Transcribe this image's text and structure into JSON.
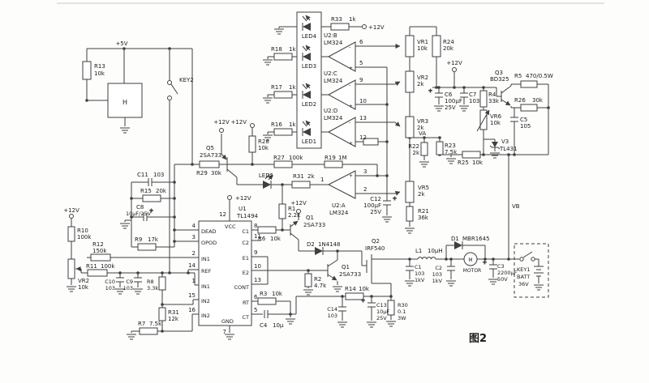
{
  "figure": {
    "caption": "图2"
  },
  "power": {
    "p5v": "+5V",
    "p12v": "+12V"
  },
  "nets": {
    "va": "VA",
    "vb": "VB"
  },
  "parts": {
    "r13": {
      "ref": "R13",
      "val": "10k"
    },
    "h": {
      "ref": "H"
    },
    "key2": {
      "ref": "KEY2"
    },
    "r33": {
      "ref": "R33",
      "val": "1k"
    },
    "r18": {
      "ref": "R18",
      "val": "1k"
    },
    "r17": {
      "ref": "R17",
      "val": "1k"
    },
    "r16": {
      "ref": "R16",
      "val": "1k"
    },
    "led4": {
      "ref": "LED4"
    },
    "led3": {
      "ref": "LED3"
    },
    "led2": {
      "ref": "LED2"
    },
    "led1": {
      "ref": "LED1"
    },
    "led5": {
      "ref": "LED5"
    },
    "q5": {
      "ref": "Q5",
      "val": "2SA733"
    },
    "r29": {
      "ref": "R29",
      "val": "30k"
    },
    "r28": {
      "ref": "R28",
      "val": "10k"
    },
    "r27": {
      "ref": "R27",
      "val": "100k"
    },
    "r19": {
      "ref": "R19",
      "val": "1M"
    },
    "r31a": {
      "ref": "R31",
      "val": "2k"
    },
    "vr1": {
      "ref": "VR1",
      "val": "10k"
    },
    "vr2r": {
      "ref": "VR2",
      "val": "2k"
    },
    "vr3": {
      "ref": "VR3",
      "val": "2k"
    },
    "vr5": {
      "ref": "VR5",
      "val": "2k"
    },
    "r24": {
      "ref": "R24",
      "val": "20k"
    },
    "r21": {
      "ref": "R21",
      "val": "36k"
    },
    "r22": {
      "ref": "R22",
      "val": "2k"
    },
    "r23": {
      "ref": "R23",
      "val": "7.5k"
    },
    "r25": {
      "ref": "R25",
      "val": "10k"
    },
    "c12": {
      "ref": "C12",
      "val": "100µF",
      "val2": "25V"
    },
    "c6": {
      "ref": "C6",
      "val": "100µF",
      "val2": "25V"
    },
    "c7": {
      "ref": "C7",
      "val": "103"
    },
    "r4": {
      "ref": "R4",
      "val": "33k"
    },
    "vr6": {
      "ref": "VR6",
      "val": "10k"
    },
    "q3": {
      "ref": "Q3",
      "val": "BD325"
    },
    "r5": {
      "ref": "R5",
      "val": "470/0.5W"
    },
    "r26": {
      "ref": "R26",
      "val": "30k"
    },
    "c5": {
      "ref": "C5",
      "val": "105"
    },
    "v3": {
      "ref": "V3",
      "val": "TL431"
    },
    "c11": {
      "ref": "C11",
      "val": "103"
    },
    "r15": {
      "ref": "R15",
      "val": "20k"
    },
    "c8": {
      "ref": "C8",
      "val": "10µF/25V"
    },
    "r9": {
      "ref": "R9",
      "val": "17k"
    },
    "r10": {
      "ref": "R10",
      "val": "100k"
    },
    "r12": {
      "ref": "R12",
      "val": "150k"
    },
    "r11": {
      "ref": "R11",
      "val": "100k"
    },
    "vr2l": {
      "ref": "VR2",
      "val": "10k"
    },
    "c10": {
      "ref": "C10",
      "val": "103"
    },
    "c9": {
      "ref": "C9",
      "val": "103"
    },
    "r8": {
      "ref": "R8",
      "val": "3.3k"
    },
    "r31b": {
      "ref": "R31",
      "val": "12k"
    },
    "r7": {
      "ref": "R7",
      "val": "7.5k"
    },
    "r1": {
      "ref": "R1",
      "val": "2.2k"
    },
    "r6": {
      "ref": "R6",
      "val": "10k"
    },
    "r3": {
      "ref": "R3",
      "val": "10k"
    },
    "c4": {
      "ref": "C4",
      "val": "10µ"
    },
    "r2": {
      "ref": "R2",
      "val": "4.7k"
    },
    "q1a": {
      "ref": "Q1",
      "val": "2SA733"
    },
    "q1b": {
      "ref": "Q1",
      "val": "2SA733"
    },
    "d2": {
      "ref": "D2",
      "val": "1N4148"
    },
    "q2": {
      "ref": "Q2",
      "val": "IRF540"
    },
    "r14": {
      "ref": "R14",
      "val": "10k"
    },
    "c14": {
      "ref": "C14",
      "val": "103"
    },
    "c13": {
      "ref": "C13",
      "val": "10µF",
      "val2": "25V"
    },
    "r30": {
      "ref": "R30",
      "val": "0.1",
      "val2": "3W"
    },
    "l1": {
      "ref": "L1",
      "val": "10µH"
    },
    "c1": {
      "ref": "C1",
      "val": "103",
      "val2": "1kV"
    },
    "d1": {
      "ref": "D1",
      "val": "MBR1645"
    },
    "motor": {
      "ref": "MOTOR",
      "symbol": "M"
    },
    "c2": {
      "ref": "C2",
      "val": "103",
      "val2": "1kV"
    },
    "c3": {
      "ref": "C3",
      "val": "2200µF",
      "val2": "50V"
    },
    "key1": {
      "ref": "KEY1"
    },
    "batt": {
      "ref": "BATT",
      "val": "36V"
    }
  },
  "ics": {
    "u1": {
      "ref": "U1",
      "part": "TL1494",
      "pin_top": {
        "num": "12",
        "name": "VCC"
      },
      "pin_bottom": {
        "num": "7",
        "name": "GND"
      },
      "pins_left": [
        {
          "num": "4",
          "name": "DEAD"
        },
        {
          "num": "3",
          "name": "OPOD"
        },
        {
          "num": "2",
          "name": "IN1"
        },
        {
          "num": "14",
          "name": "REF"
        },
        {
          "num": "1",
          "name": "IN1"
        },
        {
          "num": "15",
          "name": "IN2"
        },
        {
          "num": "16",
          "name": "IN2"
        }
      ],
      "pins_right": [
        {
          "num": "8",
          "name": "C1"
        },
        {
          "num": "11",
          "name": "C2"
        },
        {
          "num": "9",
          "name": "E1"
        },
        {
          "num": "10",
          "name": "E2"
        },
        {
          "num": "13",
          "name": "CONT"
        },
        {
          "num": "6",
          "name": "RT"
        },
        {
          "num": "5",
          "name": "CT"
        }
      ]
    },
    "u2b": {
      "ref": "U2:B",
      "part": "LM324",
      "pin_top": "6",
      "pin_bottom": "5"
    },
    "u2c": {
      "ref": "U2:C",
      "part": "LM324",
      "pin_top": "9",
      "pin_bottom": "10"
    },
    "u2d": {
      "ref": "U2:D",
      "part": "LM324",
      "pin_top": "13",
      "pin_bottom": "12"
    },
    "u2a": {
      "ref": "U2:A",
      "part": "LM324",
      "pin_in_top": "3",
      "pin_in_bottom": "2",
      "pin_out": "1"
    }
  }
}
